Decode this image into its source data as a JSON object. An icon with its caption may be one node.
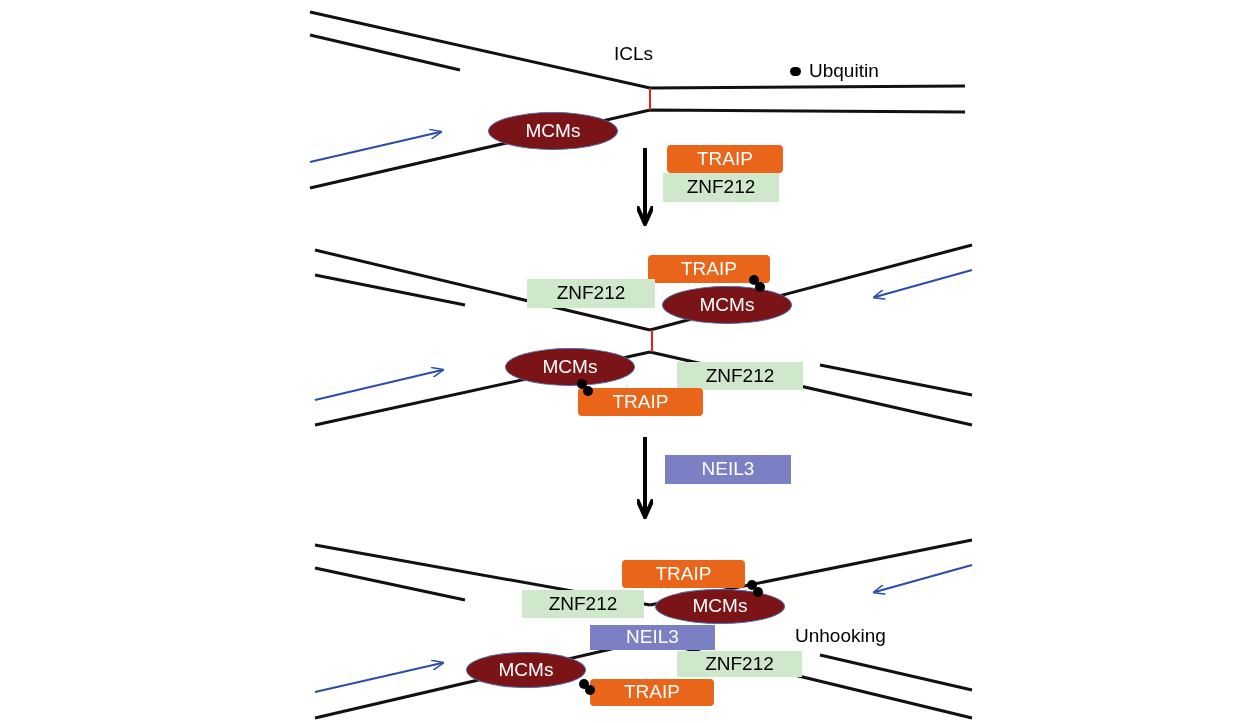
{
  "diagram": {
    "nodes": [
      {
        "text": [
          "MCMs"
        ]
      },
      {
        "text": [
          "TRAIP"
        ]
      },
      {
        "text": [
          "ZNF212"
        ]
      },
      {
        "text": [
          "TRAIP"
        ]
      },
      {
        "text": [
          "ZNF212"
        ]
      },
      {
        "text": [
          "MCMs"
        ]
      },
      {
        "text": [
          "MCMs"
        ]
      },
      {
        "text": [
          "ZNF212"
        ]
      },
      {
        "text": [
          "TRAIP"
        ]
      },
      {
        "text": [
          "NEIL3"
        ]
      },
      {
        "text": [
          "TRAIP"
        ]
      },
      {
        "text": [
          "ZNF212"
        ]
      },
      {
        "text": [
          "MCMs"
        ]
      },
      {
        "text": [
          "NEIL3"
        ]
      },
      {
        "text": [
          "MCMs"
        ]
      },
      {
        "text": [
          "ZNF212"
        ]
      },
      {
        "text": [
          "TRAIP"
        ]
      }
    ],
    "labels": [
      "ICLs",
      "Unhooking"
    ],
    "legend": [
      {
        "text": "Ubquitin"
      }
    ]
  }
}
